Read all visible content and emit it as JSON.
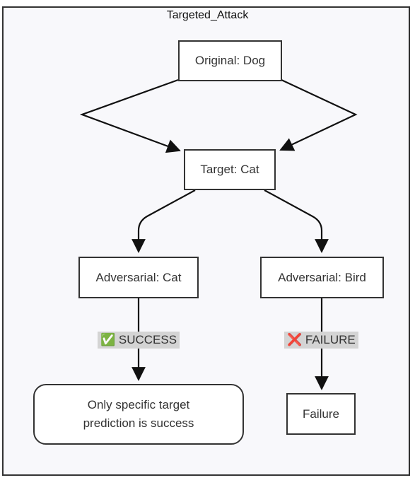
{
  "frame": {
    "title": "Targeted_Attack"
  },
  "nodes": {
    "original": "Original: Dog",
    "target": "Target: Cat",
    "adv_cat": "Adversarial: Cat",
    "adv_bird": "Adversarial: Bird",
    "success_box": "Only specific target prediction is success",
    "failure_box": "Failure"
  },
  "edge_labels": {
    "success": "✅ SUCCESS",
    "failure": "❌ FAILURE"
  },
  "colors": {
    "stroke": "#333333",
    "frame_bg": "#f8f8fb",
    "label_bg": "#d4d4d4"
  }
}
